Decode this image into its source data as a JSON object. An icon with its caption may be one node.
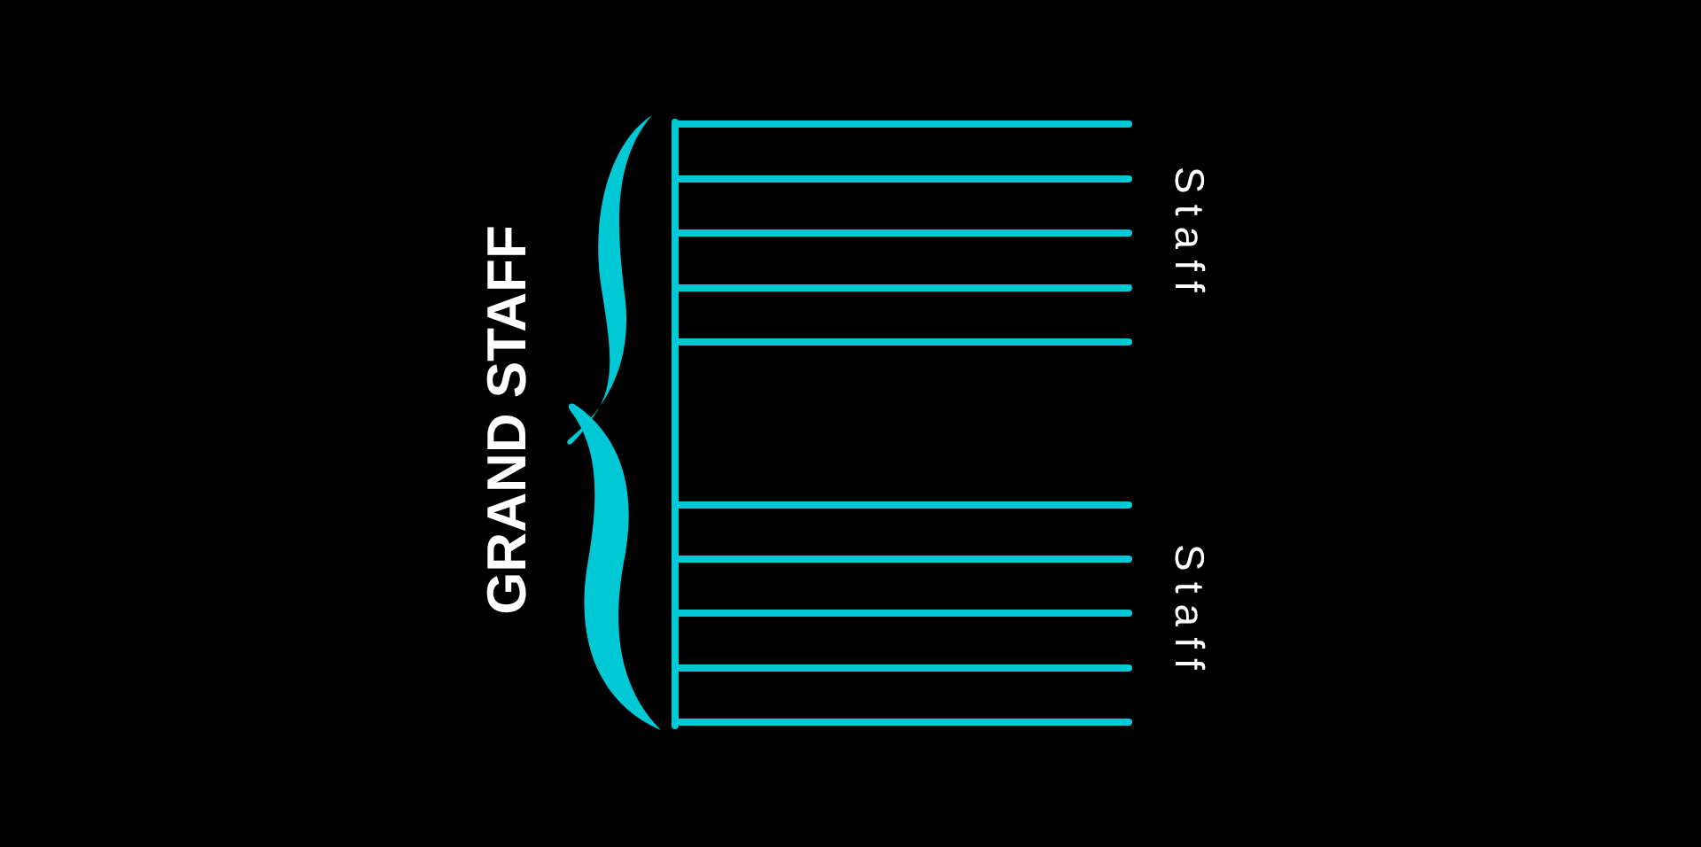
{
  "diagram": {
    "nodes": [
      {
        "text": [],
        "shape": "brace",
        "beside": [
          "GRAND STAFF"
        ]
      }
    ],
    "labels": [
      "Staff",
      "Staff"
    ]
  }
}
